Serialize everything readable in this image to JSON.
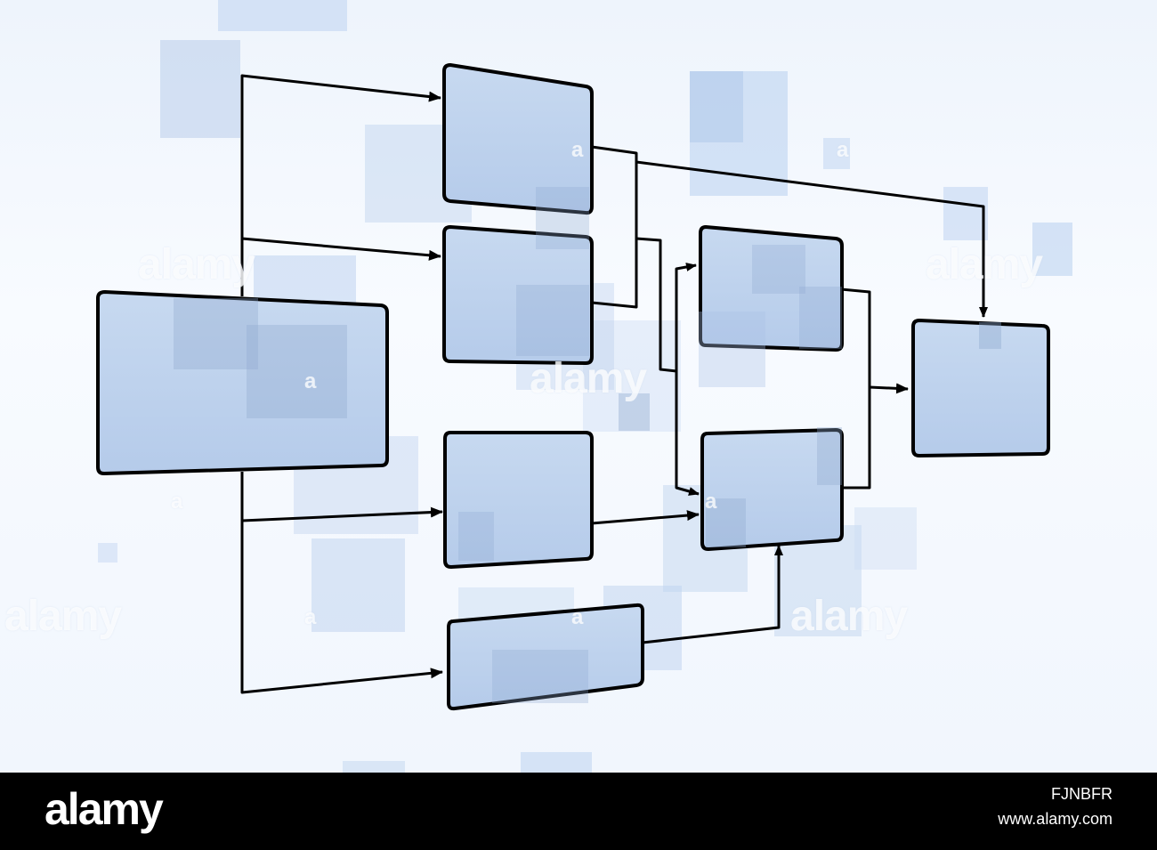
{
  "watermark": {
    "text": "alamy",
    "small_mark": "a"
  },
  "footer": {
    "logo": "alamy",
    "image_id": "FJNBFR",
    "url": "www.alamy.com"
  }
}
